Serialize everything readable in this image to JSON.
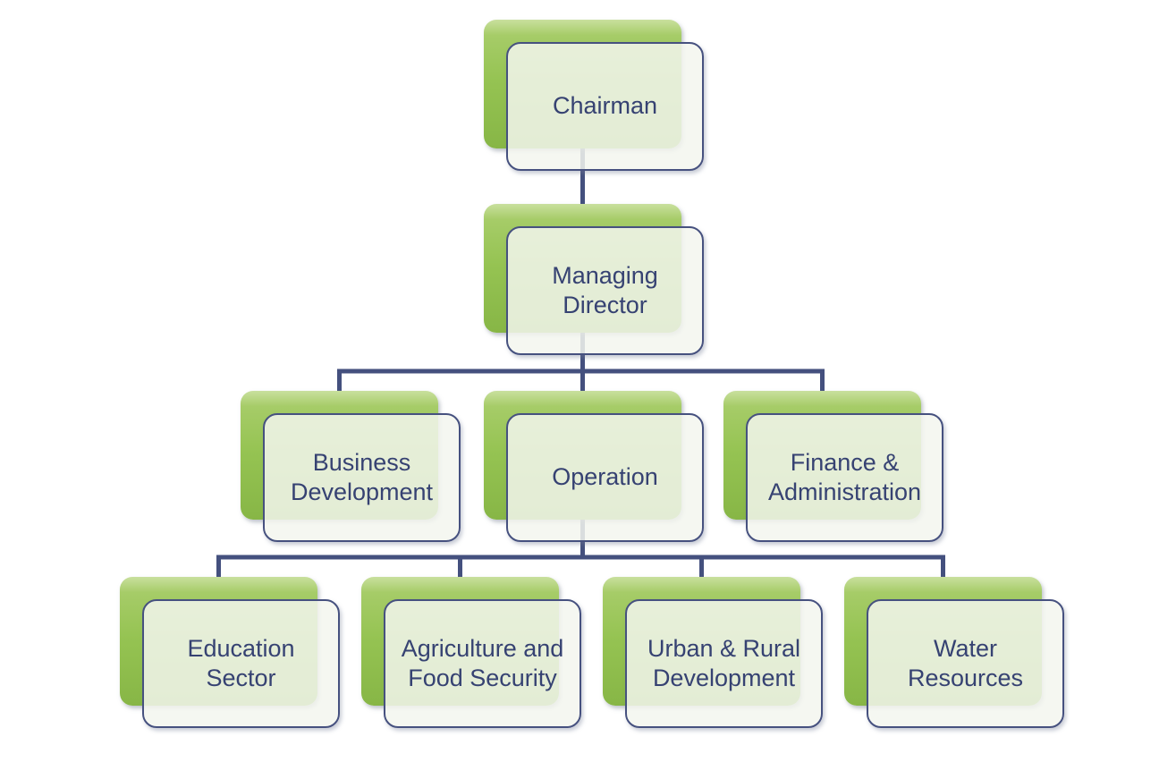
{
  "diagram": {
    "type": "org-chart",
    "nodes": [
      {
        "id": "chairman",
        "label": "Chairman",
        "reports_to": null
      },
      {
        "id": "managing-director",
        "label": "Managing\nDirector",
        "reports_to": "chairman"
      },
      {
        "id": "business-development",
        "label": "Business\nDevelopment",
        "reports_to": "managing-director"
      },
      {
        "id": "operation",
        "label": "Operation",
        "reports_to": "managing-director"
      },
      {
        "id": "finance-administration",
        "label": "Finance &\nAdministration",
        "reports_to": "managing-director"
      },
      {
        "id": "education-sector",
        "label": "Education\nSector",
        "reports_to": "operation"
      },
      {
        "id": "agriculture-food-security",
        "label": "Agriculture and\nFood Security",
        "reports_to": "operation"
      },
      {
        "id": "urban-rural-development",
        "label": "Urban & Rural\nDevelopment",
        "reports_to": "operation"
      },
      {
        "id": "water-resources",
        "label": "Water\nResources",
        "reports_to": "operation"
      }
    ],
    "colors": {
      "node_back_green": "#95c352",
      "node_front_fill": "#f3f6ef",
      "node_border": "#46517f",
      "connector": "#44507e",
      "text": "#364272",
      "background": "#ffffff"
    }
  }
}
